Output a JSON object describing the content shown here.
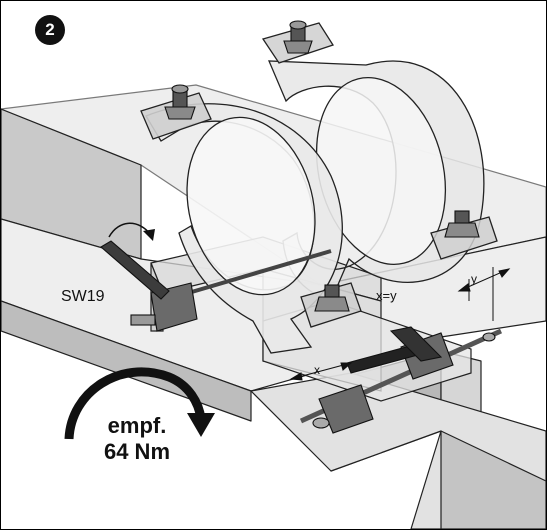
{
  "step": "2",
  "labels": {
    "wrench_size": "SW19",
    "spacing_rule": "x=y",
    "dim_y": "y",
    "dim_x": "x"
  },
  "torque": {
    "line1": "empf.",
    "line2": "64 Nm"
  },
  "icons": [
    "curved-arrow-icon",
    "torque-arrow-icon"
  ]
}
